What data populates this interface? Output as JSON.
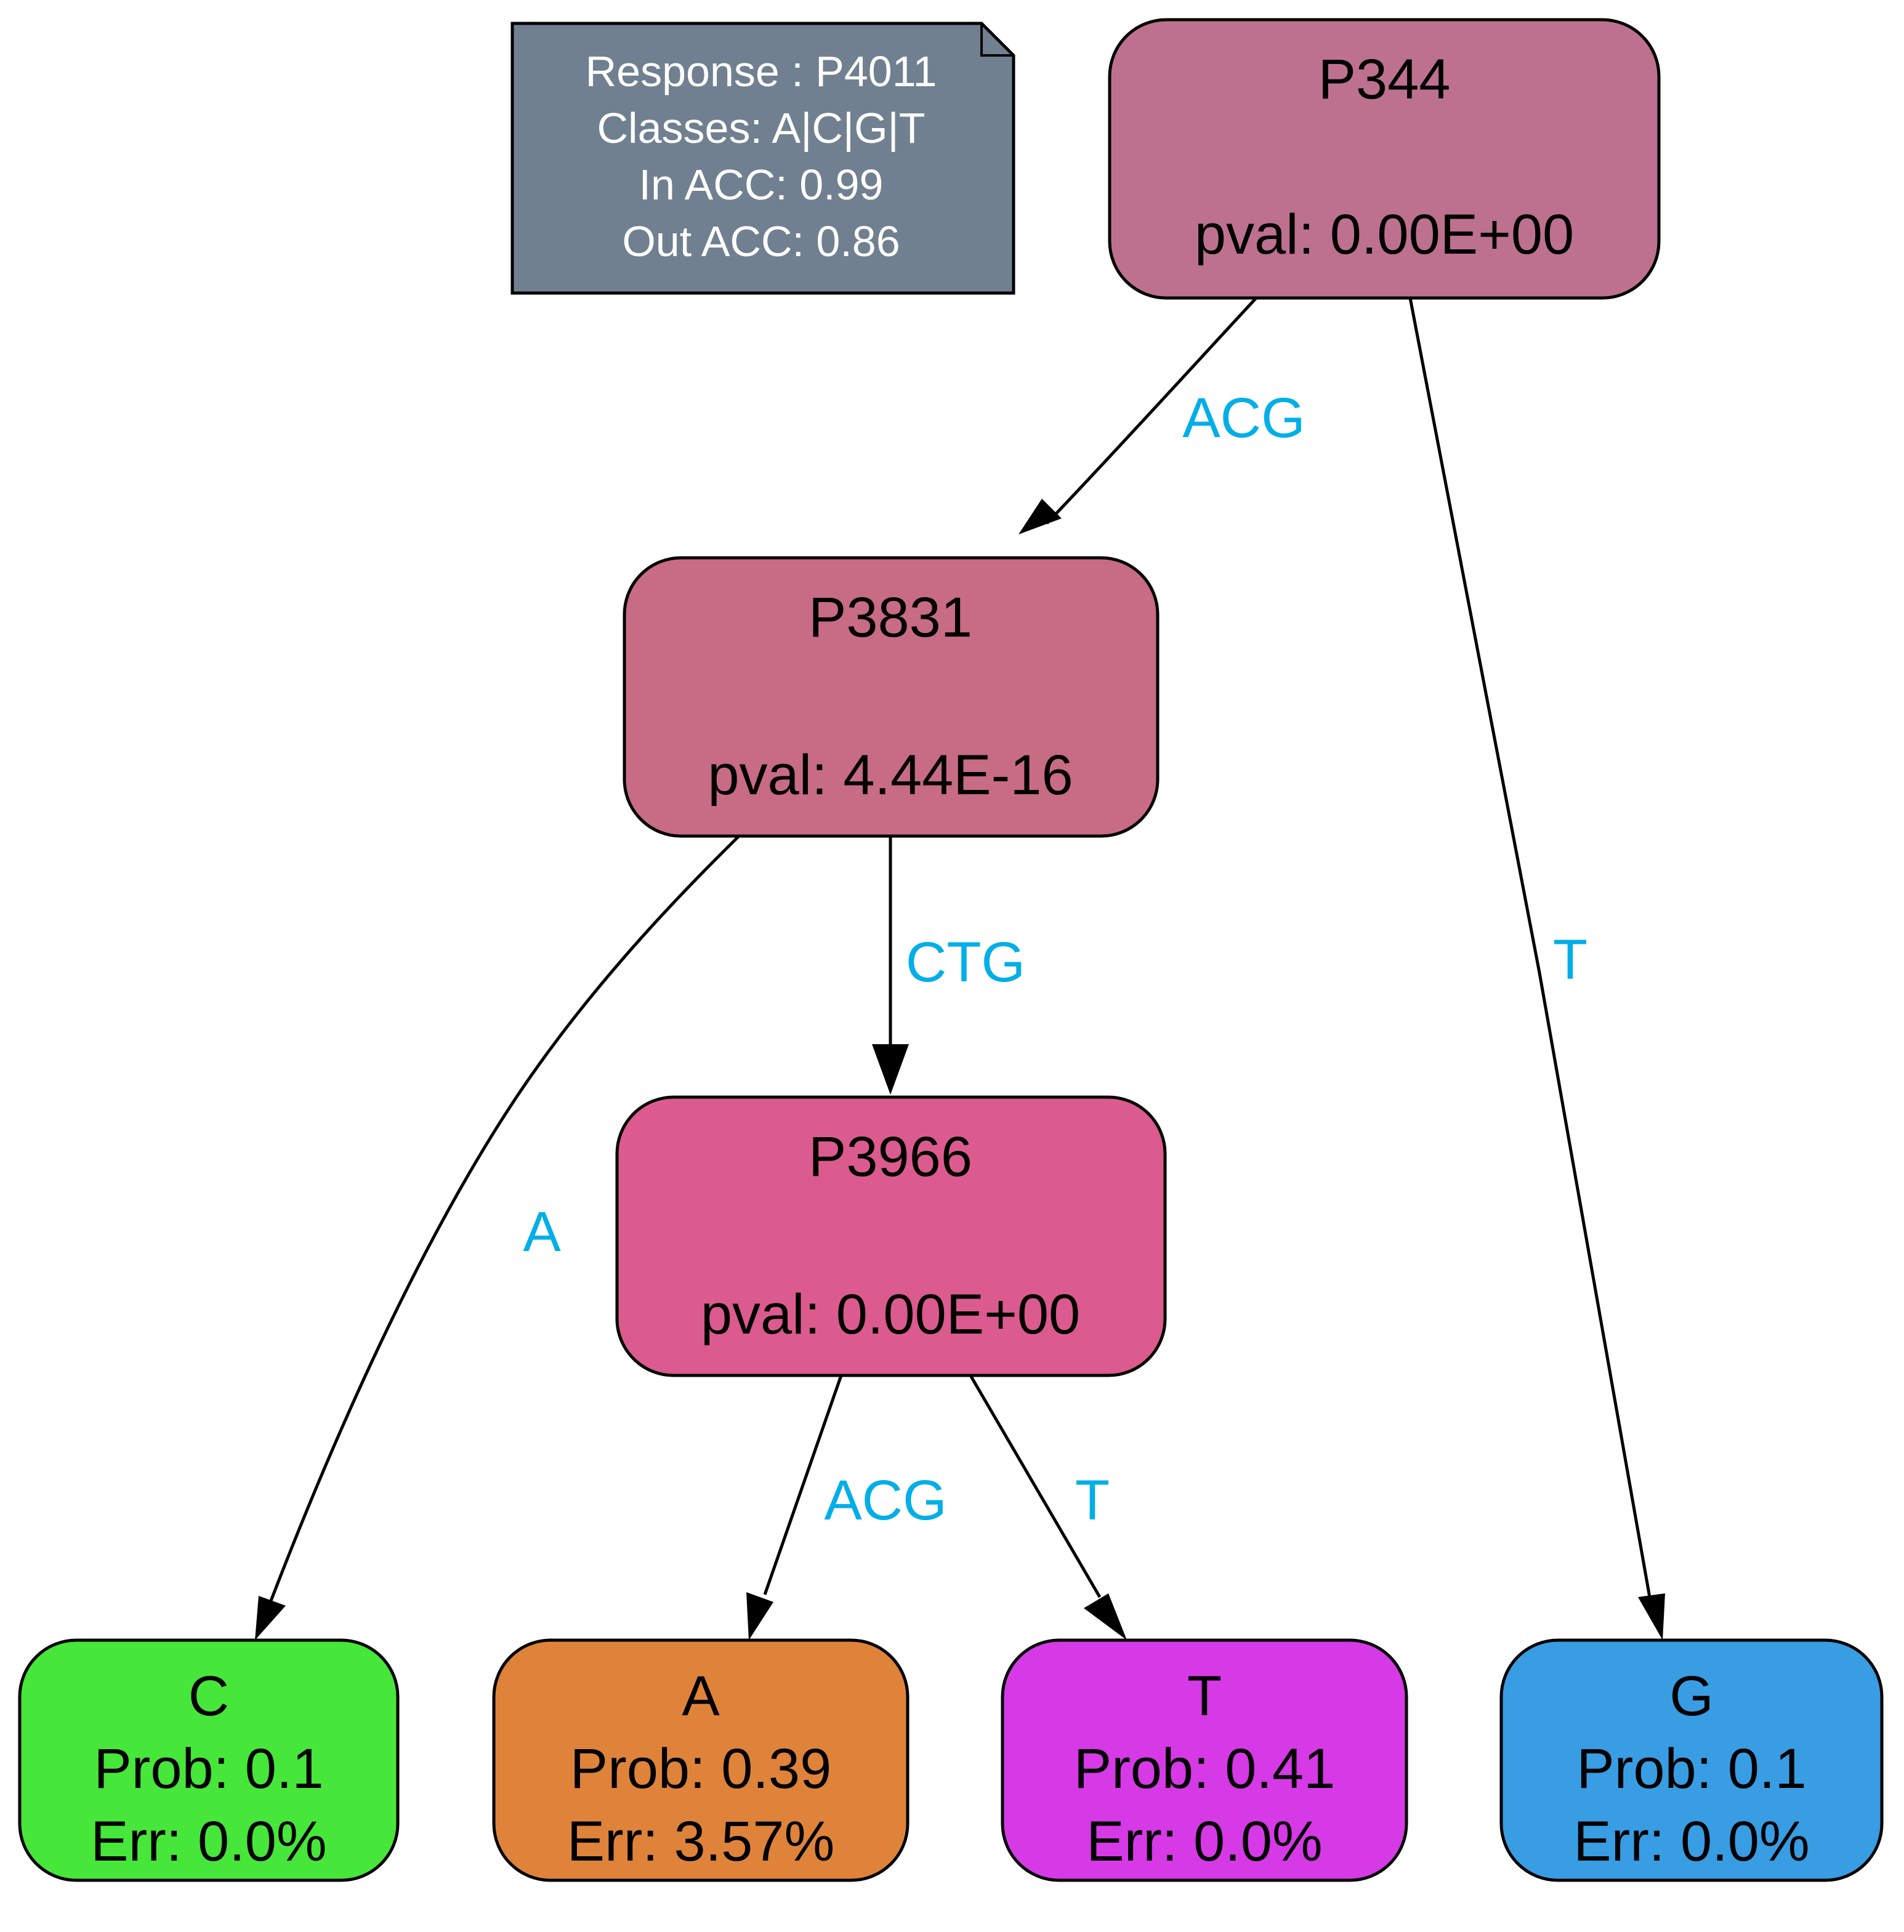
{
  "info_note": {
    "lines": [
      "Response : P4011",
      "Classes: A|C|G|T",
      "In ACC: 0.99",
      "Out ACC: 0.86"
    ],
    "fill": "#708090"
  },
  "nodes": {
    "p344": {
      "title": "P344",
      "pval": "pval: 0.00E+00",
      "fill": "#bd718f"
    },
    "p3831": {
      "title": "P3831",
      "pval": "pval: 4.44E-16",
      "fill": "#c86b84"
    },
    "p3966": {
      "title": "P3966",
      "pval": "pval: 0.00E+00",
      "fill": "#db5b8e"
    }
  },
  "leaves": {
    "c": {
      "label": "C",
      "prob": "Prob: 0.1",
      "err": "Err: 0.0%",
      "fill": "#47e63a"
    },
    "a": {
      "label": "A",
      "prob": "Prob: 0.39",
      "err": "Err: 3.57%",
      "fill": "#df833b"
    },
    "t": {
      "label": "T",
      "prob": "Prob: 0.41",
      "err": "Err: 0.0%",
      "fill": "#d639e6"
    },
    "g": {
      "label": "G",
      "prob": "Prob: 0.1",
      "err": "Err: 0.0%",
      "fill": "#389de3"
    }
  },
  "edges": {
    "p344_p3831": "ACG",
    "p344_g": "T",
    "p3831_c": "A",
    "p3831_p3966": "CTG",
    "p3966_a": "ACG",
    "p3966_t": "T"
  },
  "colors": {
    "edge_label": "#00aee8",
    "edge": "#000000",
    "note_text": "#ffffff"
  }
}
